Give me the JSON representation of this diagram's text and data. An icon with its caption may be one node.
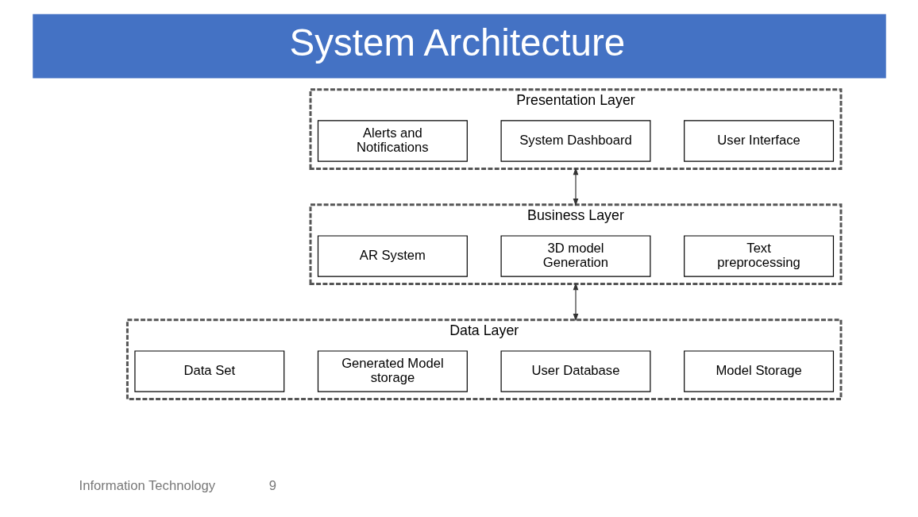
{
  "diagram": {
    "title": "System Architecture",
    "nodes": [
      {
        "text": [
          "Presentation Layer"
        ]
      },
      {
        "text": [
          "User Interface"
        ],
        "in": 0
      },
      {
        "text": [
          "System Dashboard"
        ],
        "in": 0
      },
      {
        "text": [
          "Alerts and Notifications"
        ],
        "in": 0
      },
      {
        "text": [
          "Business Layer"
        ]
      },
      {
        "text": [
          "Text preprocessing"
        ],
        "in": 4
      },
      {
        "text": [
          "3D model Generation"
        ],
        "in": 4
      },
      {
        "text": [
          "AR System"
        ],
        "in": 4
      },
      {
        "text": [
          "Data Layer"
        ]
      },
      {
        "text": [
          "Model Storage"
        ],
        "in": 8
      },
      {
        "text": [
          "User Database"
        ],
        "in": 8
      },
      {
        "text": [
          "Generated Model storage"
        ],
        "in": 8
      },
      {
        "text": [
          "Data Set"
        ],
        "in": 8
      }
    ],
    "edges": [
      {
        "from": 0,
        "to": 4,
        "arrow": "both"
      },
      {
        "from": 4,
        "to": 8,
        "arrow": "both"
      }
    ],
    "labels": [
      "Information Technology",
      "9"
    ]
  }
}
